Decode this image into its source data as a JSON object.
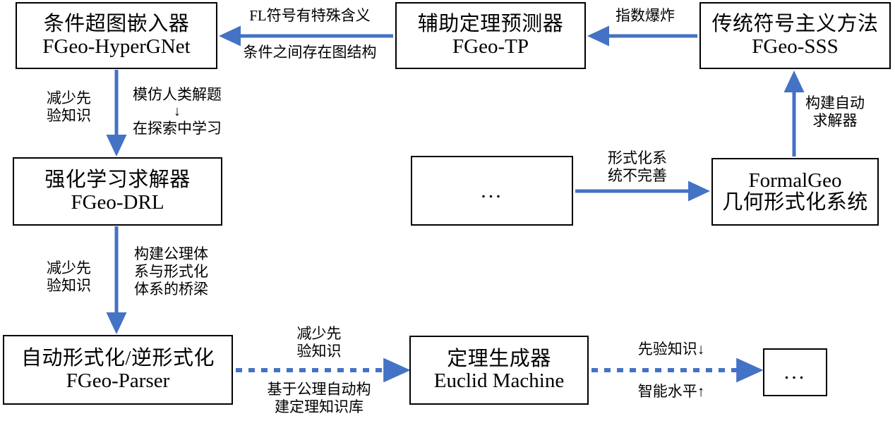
{
  "diagram": {
    "title": "FormalGeo Ecosystem Relationship Diagram",
    "accent_color": "#4472C4",
    "outline_color": "#000000",
    "background_color": "#FFFFFF"
  },
  "nodes": {
    "hypergnet": {
      "cn": "条件超图嵌入器",
      "en": "FGeo-HyperGNet"
    },
    "tp": {
      "cn": "辅助定理预测器",
      "en": "FGeo-TP"
    },
    "sss": {
      "cn": "传统符号主义方法",
      "en": "FGeo-SSS"
    },
    "drl": {
      "cn": "强化学习求解器",
      "en": "FGeo-DRL"
    },
    "dots_mid": {
      "en": "..."
    },
    "formalgeo": {
      "en": "FormalGeo",
      "cn": "几何形式化系统"
    },
    "parser": {
      "cn": "自动形式化/逆形式化",
      "en": "FGeo-Parser"
    },
    "euclid": {
      "cn": "定理生成器",
      "en": "Euclid Machine"
    },
    "dots_end": {
      "en": "..."
    }
  },
  "edge_labels": {
    "sss_to_tp": "指数爆炸",
    "tp_to_hypergnet_top": "FL符号有特殊含义",
    "tp_to_hypergnet_bot": "条件之间存在图结构",
    "formalgeo_to_sss_l1": "构建自动",
    "formalgeo_to_sss_l2": "求解器",
    "hypergnet_to_drl_left_l1": "减少先",
    "hypergnet_to_drl_left_l2": "验知识",
    "hypergnet_to_drl_right_l1": "模仿人类解题",
    "hypergnet_to_drl_right_arrow": "↓",
    "hypergnet_to_drl_right_l2": "在探索中学习",
    "dots_to_formalgeo_l1": "形式化系",
    "dots_to_formalgeo_l2": "统不完善",
    "drl_to_parser_left_l1": "减少先",
    "drl_to_parser_left_l2": "验知识",
    "drl_to_parser_right_l1": "构建公理体",
    "drl_to_parser_right_l2": "系与形式化",
    "drl_to_parser_right_l3": "体系的桥梁",
    "parser_to_euclid_top_l1": "减少先",
    "parser_to_euclid_top_l2": "验知识",
    "parser_to_euclid_bot_l1": "基于公理自动构",
    "parser_to_euclid_bot_l2": "建定理知识库",
    "euclid_to_dots_top": "先验知识↓",
    "euclid_to_dots_bot": "智能水平↑"
  }
}
